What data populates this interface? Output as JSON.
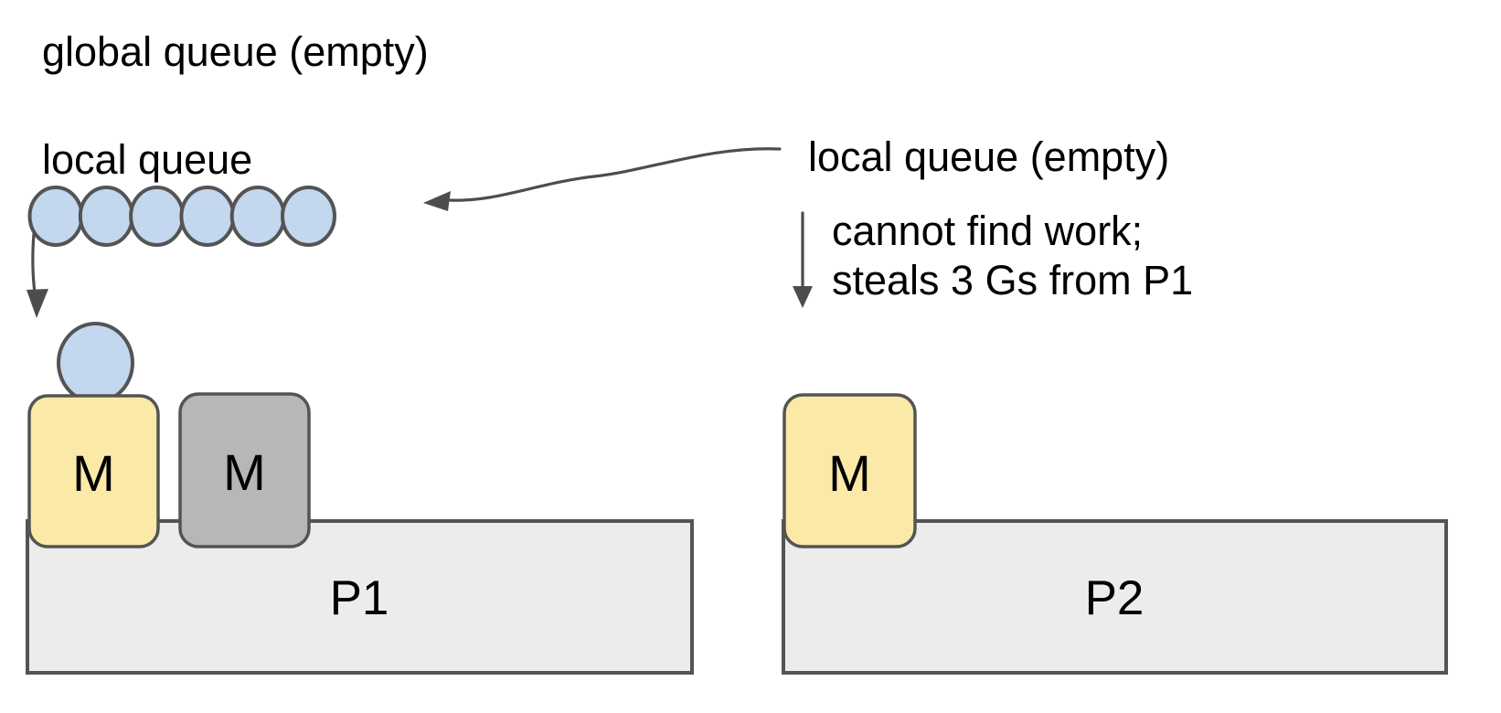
{
  "diagram": {
    "global_queue_label": "global queue (empty)",
    "p1_local_queue_label": "local queue",
    "p2_local_queue_label": "local queue (empty)",
    "steal_note_line1": "cannot find work;",
    "steal_note_line2": "steals 3 Gs from P1",
    "machine_label": "M",
    "p1_label": "P1",
    "p2_label": "P2",
    "p1_local_queue_goroutine_count": 6,
    "colors": {
      "goroutine_fill": "#c3d7ee",
      "machine_active_fill": "#fbe9a8",
      "machine_idle_fill": "#b7b7b7",
      "processor_fill": "#ececec",
      "shape_stroke": "#545454",
      "arrow_color": "#4d4d4d",
      "text_color": "#000000",
      "background": "#ffffff"
    }
  }
}
